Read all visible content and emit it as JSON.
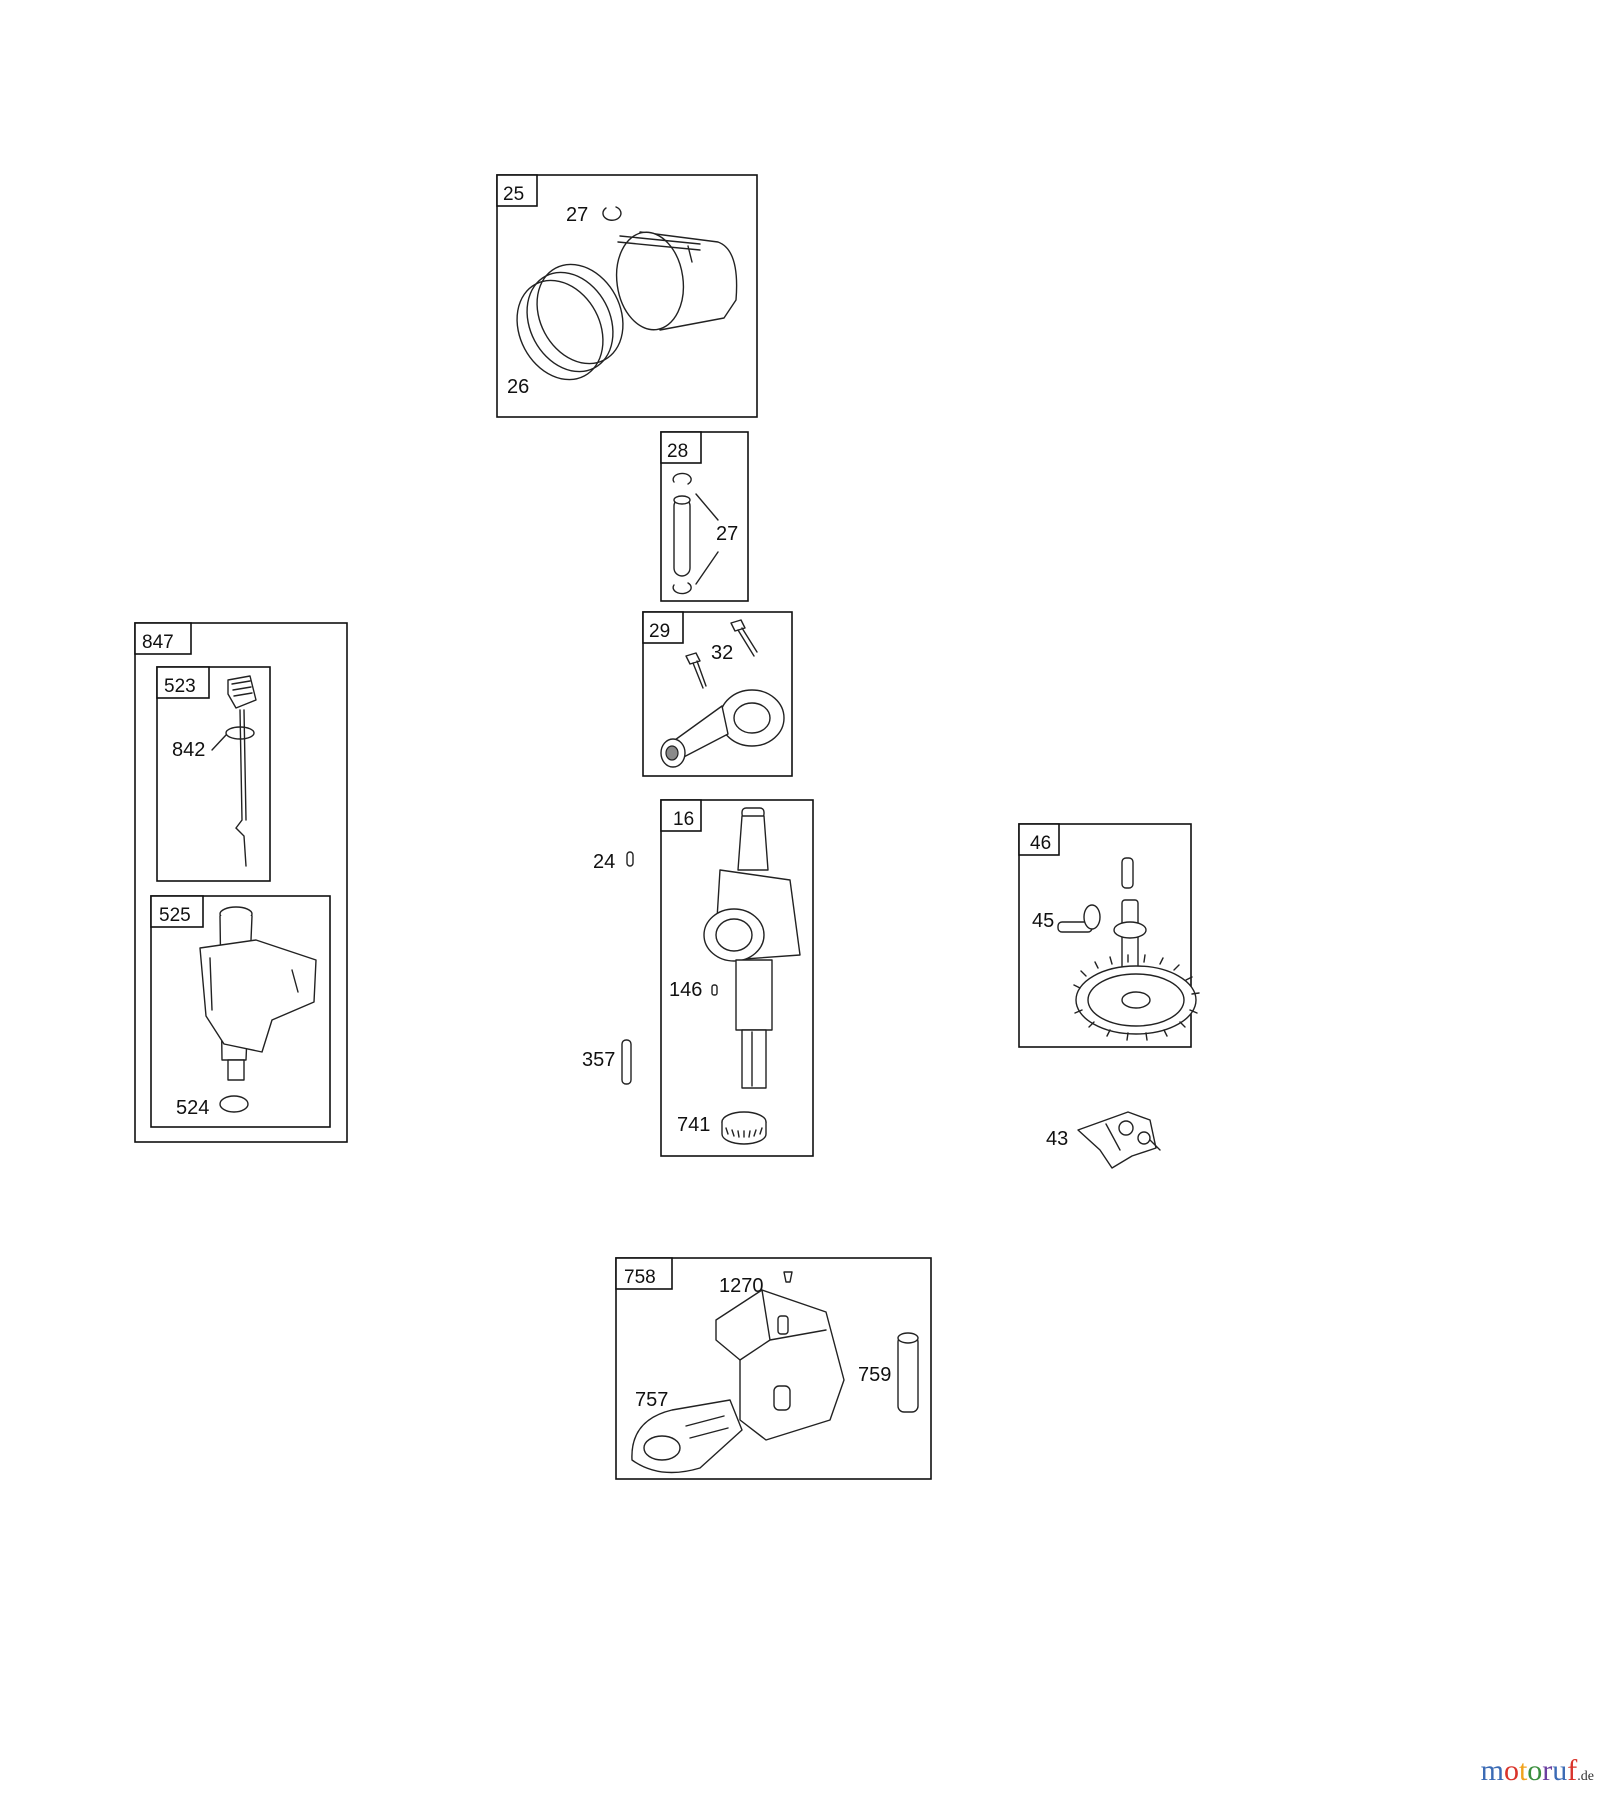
{
  "groups": {
    "g25": "25",
    "g28": "28",
    "g29": "29",
    "g16": "16",
    "g46": "46",
    "g847": "847",
    "g523": "523",
    "g525": "525",
    "g758": "758"
  },
  "callouts": {
    "c27a": "27",
    "c26": "26",
    "c27b": "27",
    "c32": "32",
    "c24": "24",
    "c146": "146",
    "c357": "357",
    "c741": "741",
    "c45": "45",
    "c43": "43",
    "c842": "842",
    "c524": "524",
    "c1270": "1270",
    "c757": "757",
    "c759": "759"
  },
  "watermark": {
    "text": "motoruf",
    "suffix": ".de"
  }
}
